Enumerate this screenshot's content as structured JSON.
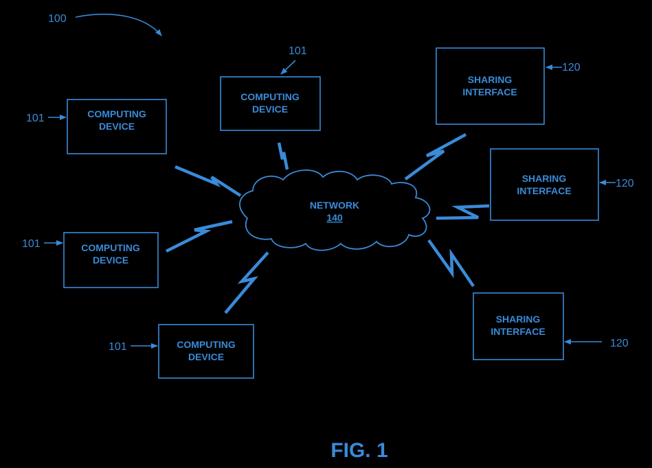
{
  "diagram": {
    "ref": "100",
    "network": {
      "label": "NETWORK",
      "ref": "140"
    },
    "computing_devices": [
      {
        "line1": "COMPUTING",
        "line2": "DEVICE",
        "ref": "101"
      },
      {
        "line1": "COMPUTING",
        "line2": "DEVICE",
        "ref": "101"
      },
      {
        "line1": "COMPUTING",
        "line2": "DEVICE",
        "ref": "101"
      },
      {
        "line1": "COMPUTING",
        "line2": "DEVICE",
        "ref": "101"
      }
    ],
    "sharing_interfaces": [
      {
        "line1": "SHARING",
        "line2": "INTERFACE",
        "ref": "120"
      },
      {
        "line1": "SHARING",
        "line2": "INTERFACE",
        "ref": "120"
      },
      {
        "line1": "SHARING",
        "line2": "INTERFACE",
        "ref": "120"
      }
    ],
    "caption": "FIG. 1"
  }
}
